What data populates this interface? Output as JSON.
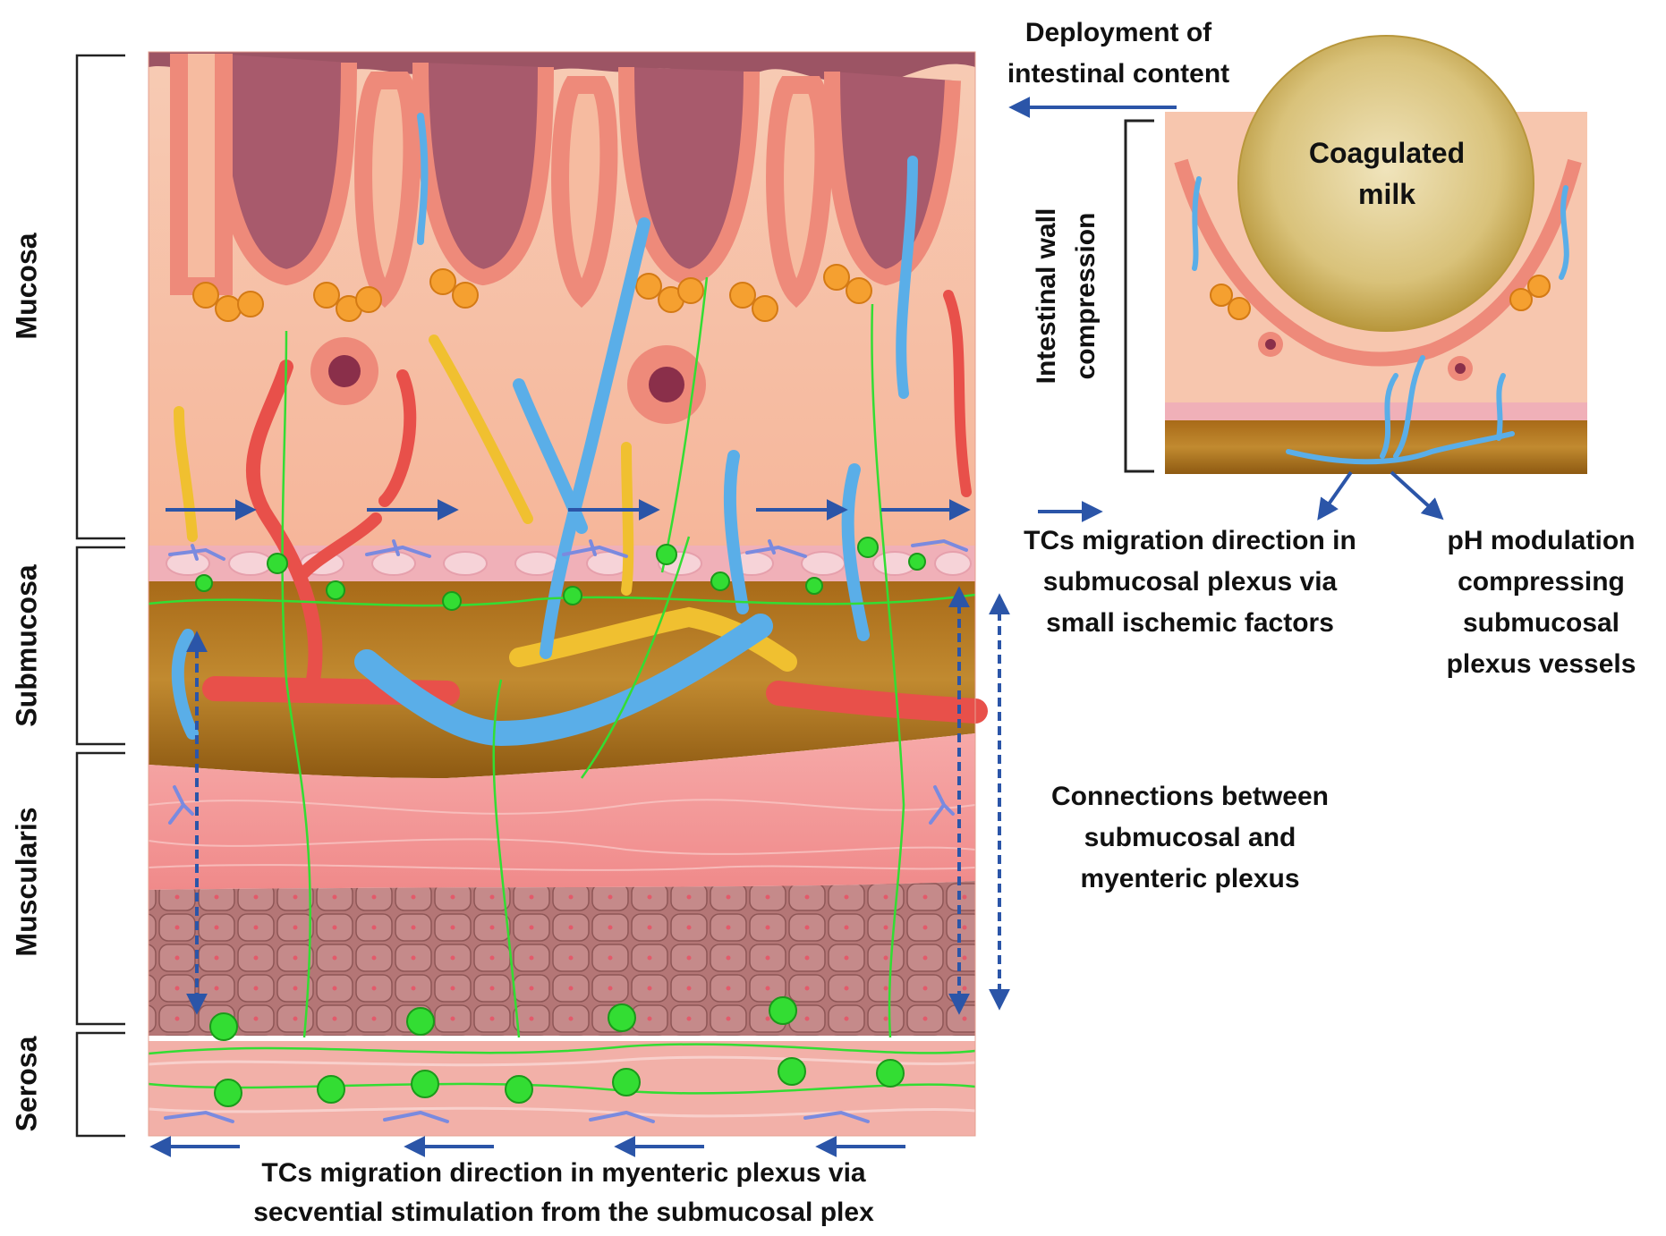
{
  "layers": {
    "mucosa": "Mucosa",
    "submucosa": "Submucosa",
    "muscularis": "Muscularis",
    "serosa": "Serosa"
  },
  "labels": {
    "deployment": [
      "Deployment of",
      "intestinal content"
    ],
    "coagulated_milk": [
      "Coagulated",
      "milk"
    ],
    "wall_compression": [
      "Intestinal wall",
      "compression"
    ],
    "tcs_submucosal": [
      "TCs migration direction in",
      "submucosal plexus via",
      "small ischemic factors"
    ],
    "ph_modulation": [
      "pH modulation",
      "compressing",
      "submucosal",
      "plexus vessels"
    ],
    "connections": [
      "Connections between",
      "submucosal and",
      "myenteric plexus"
    ],
    "tcs_myenteric": [
      "TCs migration direction in myenteric plexus via",
      "secvential stimulation from the submucosal plex"
    ]
  },
  "colors": {
    "arrow": "#2b55a8",
    "telocyte": "#33dd33",
    "mucosa_tissue": "#f8c2a8",
    "epithelium": "#ee8a7a",
    "crypt_base": "#f5a030",
    "submucosa": "#9b6418",
    "muscle_upper": "#f4a0a0",
    "muscle_lower": "#b07070",
    "serosa": "#f2b0a8",
    "vein": "#5aaee8",
    "artery": "#e8504a",
    "nerve": "#f0c030",
    "milk": "#d8c070"
  }
}
